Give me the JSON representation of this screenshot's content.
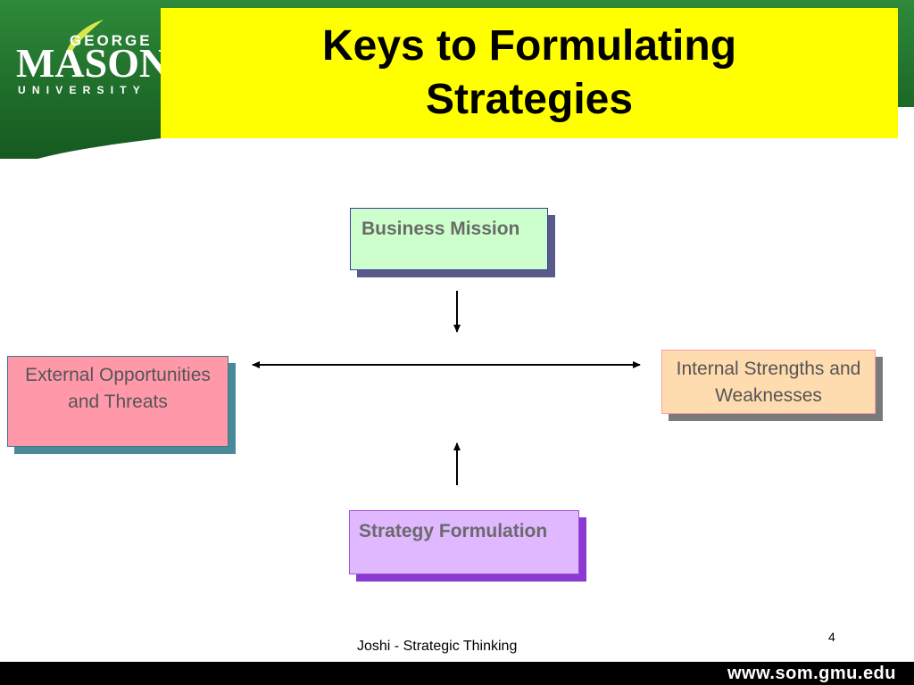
{
  "logo": {
    "top_text": "GEORGE",
    "main_text": "MASON",
    "bottom_text": "UNIVERSITY"
  },
  "slide": {
    "title": "Keys to Formulating Strategies",
    "page_number": "4",
    "footer_text": "Joshi - Strategic Thinking",
    "footer_url": "www.som.gmu.edu"
  },
  "diagram": {
    "nodes": {
      "business_mission": "Business Mission",
      "external": "External Opportunities and Threats",
      "internal": "Internal Strengths and Weaknesses",
      "strategy": "Strategy Formulation"
    }
  },
  "colors": {
    "header_green": "#1f6e2a",
    "title_yellow": "#ffff00",
    "mission_fill": "#ccffcc",
    "external_fill": "#ff99aa",
    "internal_fill": "#ffdcb0",
    "strategy_fill": "#e0b8ff"
  }
}
